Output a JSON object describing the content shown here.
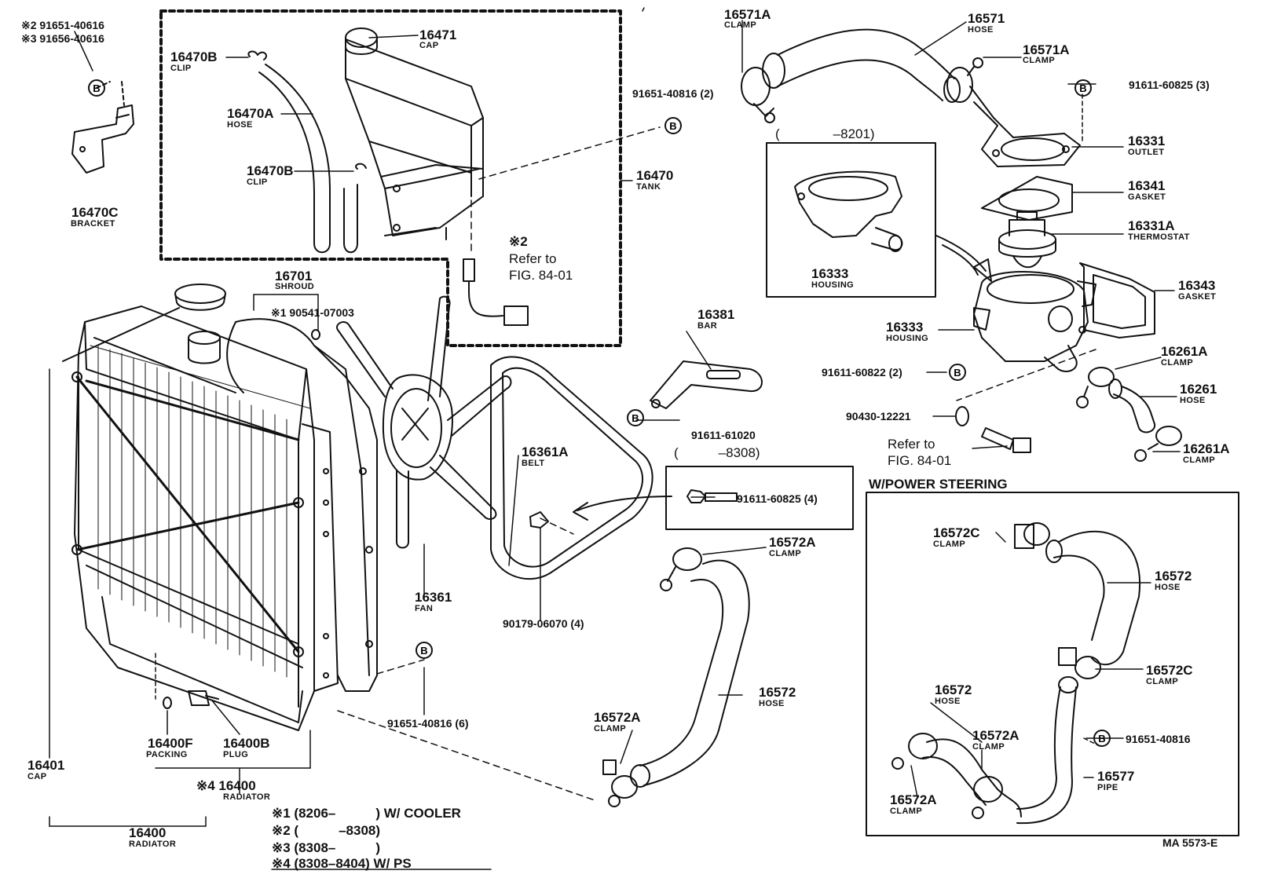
{
  "colors": {
    "ink": "#111111",
    "paper": "#ffffff"
  },
  "symbols": {
    "b_marker": "B"
  },
  "labels": {
    "code_2": "※2 91651-40616",
    "code_3": "※3 91656-40616",
    "p16470C": "16470C",
    "n16470C": "BRACKET",
    "p16470B_1": "16470B",
    "n16470B_1": "CLIP",
    "p16470A": "16470A",
    "n16470A": "HOSE",
    "p16470B_2": "16470B",
    "n16470B_2": "CLIP",
    "p16471": "16471",
    "n16471": "CAP",
    "p16470": "16470",
    "n16470": "TANK",
    "pn91651_40816_2": "91651-40816 (2)",
    "note2": "※2",
    "refer1": "Refer to",
    "fig1": "FIG. 84-01",
    "p16571A_1": "16571A",
    "n16571A_1": "CLAMP",
    "p16571": "16571",
    "n16571": "HOSE",
    "p16571A_2": "16571A",
    "n16571A_2": "CLAMP",
    "pn91611_60825_3": "91611-60825 (3)",
    "range8201": "(　　　　–8201)",
    "p16333_1": "16333",
    "n16333_1": "HOUSING",
    "p16331": "16331",
    "n16331": "OUTLET",
    "p16341": "16341",
    "n16341": "GASKET",
    "p16331A": "16331A",
    "n16331A": "THERMOSTAT",
    "p16343": "16343",
    "n16343": "GASKET",
    "p16333_2": "16333",
    "n16333_2": "HOUSING",
    "pn91611_60822_2": "91611-60822 (2)",
    "p16261A_1": "16261A",
    "n16261A_1": "CLAMP",
    "p16261": "16261",
    "n16261": "HOSE",
    "pn90430_12221": "90430-12221",
    "refer2": "Refer to",
    "fig2": "FIG. 84-01",
    "p16261A_2": "16261A",
    "n16261A_2": "CLAMP",
    "p16701": "16701",
    "n16701": "SHROUD",
    "code_1": "※1 90541-07003",
    "p16381": "16381",
    "n16381": "BAR",
    "pn91611_61020": "91611-61020",
    "p16361A": "16361A",
    "n16361A": "BELT",
    "range8308": "(　　　–8308)",
    "pn91611_60825_4": "91611-60825 (4)",
    "wps": "W/POWER STEERING",
    "p16572C_1": "16572C",
    "n16572C_1": "CLAMP",
    "p16572_ps1": "16572",
    "n16572_ps1": "HOSE",
    "p16572C_2": "16572C",
    "n16572C_2": "CLAMP",
    "p16572_ps2": "16572",
    "n16572_ps2": "HOSE",
    "p16572A_ps1": "16572A",
    "n16572A_ps1": "CLAMP",
    "pn91651_40816_ps": "91651-40816",
    "p16577": "16577",
    "n16577": "PIPE",
    "p16572A_ps2": "16572A",
    "n16572A_ps2": "CLAMP",
    "p16572A_1": "16572A",
    "n16572A_1": "CLAMP",
    "p16361": "16361",
    "n16361": "FAN",
    "pn90179_06070_4": "90179-06070 (4)",
    "p16572_1": "16572",
    "n16572_1": "HOSE",
    "p16572A_2": "16572A",
    "n16572A_2": "CLAMP",
    "pn91651_40816_6": "91651-40816 (6)",
    "p16401": "16401",
    "n16401": "CAP",
    "p16400F": "16400F",
    "n16400F": "PACKING",
    "p16400B": "16400B",
    "n16400B": "PLUG",
    "p16400_1": "※4 16400",
    "n16400_1": "RADIATOR",
    "p16400_2": "16400",
    "n16400_2": "RADIATOR",
    "legend1": "※1 (8206–　　　) W/ COOLER",
    "legend2": "※2 (　　　–8308)",
    "legend3": "※3 (8308–　　　)",
    "legend4": "※4 (8308–8404) W/ PS",
    "figcode": "MA 5573-E"
  }
}
